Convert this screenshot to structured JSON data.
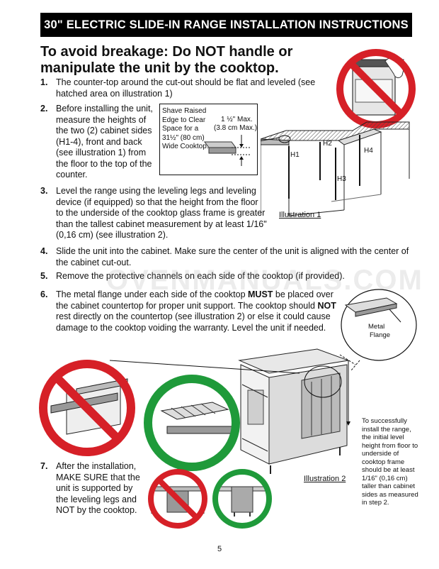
{
  "header": {
    "title": "30\" ELECTRIC SLIDE-IN RANGE INSTALLATION INSTRUCTIONS"
  },
  "warning": {
    "heading": "To avoid breakage: Do NOT handle or manipulate the unit by the cooktop."
  },
  "steps": [
    {
      "num": "1.",
      "text": "The counter-top around the cut-out should be flat and leveled (see hatched area on illustration 1)"
    },
    {
      "num": "2.",
      "text": "Before installing the unit, measure the heights of the two (2) cabinet sides (H1-4), front and back (see illustration 1) from the floor to the top of the counter."
    },
    {
      "num": "3.",
      "text": "Level the range using the leveling legs and leveling device (if equipped) so that the height from the floor to the underside of the cooktop glass frame is greater than the tallest cabinet measurement by at least 1/16\" (0,16 cm) (see illustration 2)."
    },
    {
      "num": "4.",
      "text": "Slide the unit into the cabinet. Make sure the center of the unit is aligned with the center of the cabinet cut-out."
    },
    {
      "num": "5.",
      "text": "Remove the protective channels on each side of the cooktop (if provided)."
    },
    {
      "num": "6.",
      "pre": "The metal flange under each side of the cooktop ",
      "must": "MUST",
      "mid": " be placed over the cabinet countertop for proper unit support. The cooktop should ",
      "not": "NOT",
      "post": " rest directly on the countertop (see illustration 2) or else it could cause damage to the cooktop voiding the warranty. Level the unit if needed."
    },
    {
      "num": "7.",
      "text": "After the installation, MAKE SURE that the unit is supported by the leveling legs and NOT by the cooktop."
    }
  ],
  "illustration1": {
    "label": "Illustration 1",
    "shave_note": "Shave Raised Edge to Clear Space for a 31½\" (80 cm) Wide Cooktop.",
    "max_line1": "1 ½\" Max.",
    "max_line2": "(3.8 cm Max.)",
    "heights": [
      "H1",
      "H2",
      "H3",
      "H4"
    ]
  },
  "illustration2": {
    "label": "Illustration 2",
    "flange_line1": "Metal",
    "flange_line2": "Flange",
    "side_note": "To successfully install the range, the initial level height from floor to underside of cooktop frame should be at least 1/16\" (0,16 cm) taller than cabinet sides as measured in step 2."
  },
  "watermark": "OVENMANUALS.COM",
  "page_number": "5",
  "colors": {
    "no_symbol": "#d62027",
    "ok_symbol": "#1f9a3a",
    "header_bg": "#000000"
  }
}
